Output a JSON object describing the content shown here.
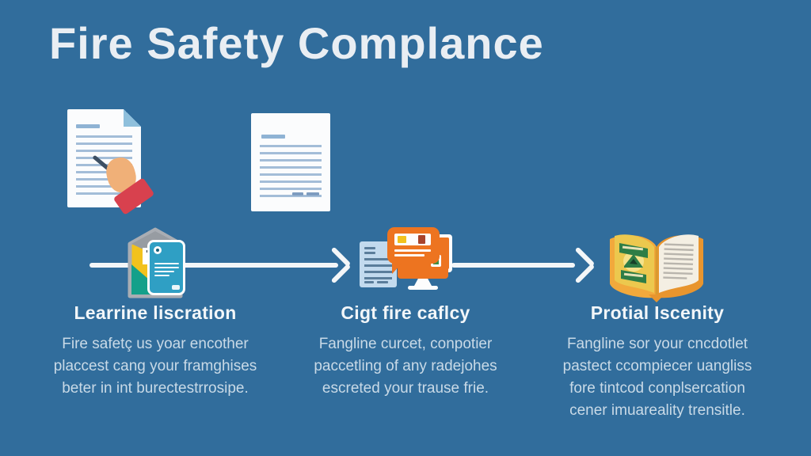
{
  "title": "Fire Safety Complance",
  "colors": {
    "background": "#316d9c",
    "title_text": "#e9eef3",
    "body_text": "#c9dae7",
    "arrow": "#f3f6f8",
    "accent_orange": "#ed7420",
    "accent_yellow": "#f2c21d",
    "accent_teal": "#14a08a",
    "accent_red": "#d8414e",
    "card_blue": "#2f9fc4",
    "book_green": "#2e7d46"
  },
  "icons": [
    "signed-document-illustration",
    "plain-document-illustration",
    "hand-with-pen-icon",
    "envelope-package-icon",
    "blue-card-icon",
    "arrow-right-icon",
    "document-icon",
    "chat-bubble-icon",
    "monitor-icon",
    "open-book-icon"
  ],
  "steps": [
    {
      "heading": "Learrine liscration",
      "body": "Fire safetç us yoar encother\nplaccest cang your framghises\nbeter in int burectestrrosipe."
    },
    {
      "heading": "Cigt fire caflcy",
      "body": "Fangline curcet, conpotier\npaccetling of any radejohes\nescreted your trause frie."
    },
    {
      "heading": "Protial Iscenity",
      "body": "Fangline sor your cncdotlet\npastect ccompiecer uangliss\nfore tintcod conplsercation\ncener imuareality trensitle."
    }
  ]
}
